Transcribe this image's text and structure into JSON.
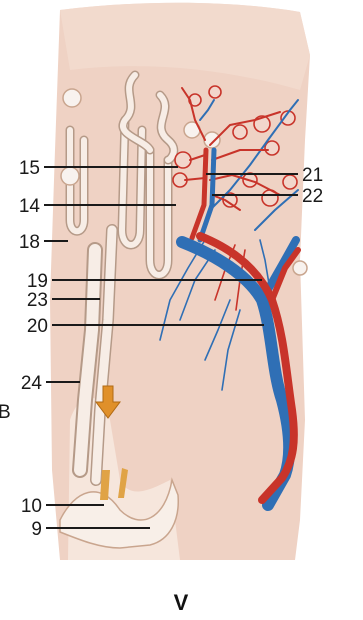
{
  "labels": {
    "l15": "15",
    "l14": "14",
    "l18": "18",
    "l19": "19",
    "l23": "23",
    "l20": "20",
    "l24": "24",
    "l10": "10",
    "l9": "9",
    "l21": "21",
    "l22": "22",
    "edge_letter": "B"
  },
  "caption": "V",
  "colors": {
    "tissue": "#efd2c4",
    "artery": "#c8342a",
    "vein": "#2f6fb5",
    "tubule": "#f7ede6",
    "arrow": "#e0902a"
  }
}
